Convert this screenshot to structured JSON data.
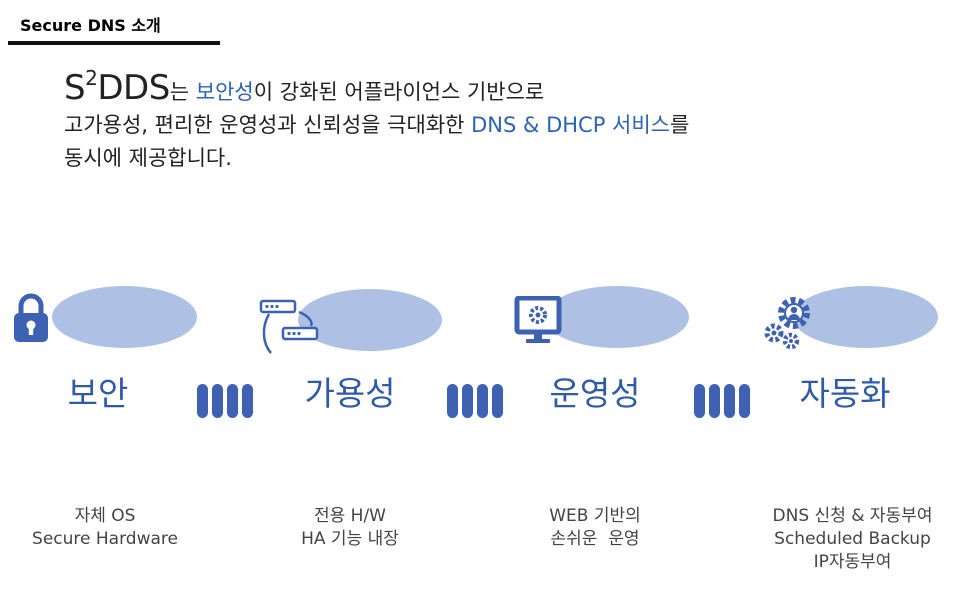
{
  "header": {
    "title": "Secure DNS 소개"
  },
  "intro": {
    "brand_main": "S",
    "brand_sup": "2",
    "brand_rest": "DDS",
    "line1_a": "는 ",
    "line1_highlight": "보안성",
    "line1_b": "이 강화된 어플라이언스 기반으로",
    "line2_a": "고가용성, 편리한 운영성과 신뢰성을 극대화한 ",
    "line2_highlight": "DNS & DHCP 서비스",
    "line2_b": "를",
    "line3": "동시에 제공합니다."
  },
  "features": [
    {
      "title": "보안",
      "icon": "lock-icon",
      "desc": "자체 OS\nSecure Hardware"
    },
    {
      "title": "가용성",
      "icon": "server-failover-icon",
      "desc": "전용 H/W\nHA 기능 내장"
    },
    {
      "title": "운영성",
      "icon": "monitor-gear-icon",
      "desc": "WEB 기반의\n손쉬운  운영"
    },
    {
      "title": "자동화",
      "icon": "gears-user-icon",
      "desc": "DNS 신청 & 자동부여\nScheduled Backup\nIP자동부여"
    }
  ],
  "colors": {
    "accent": "#2c63b5",
    "ellipse": "#aec1e5",
    "connector": "#3e62b1"
  }
}
